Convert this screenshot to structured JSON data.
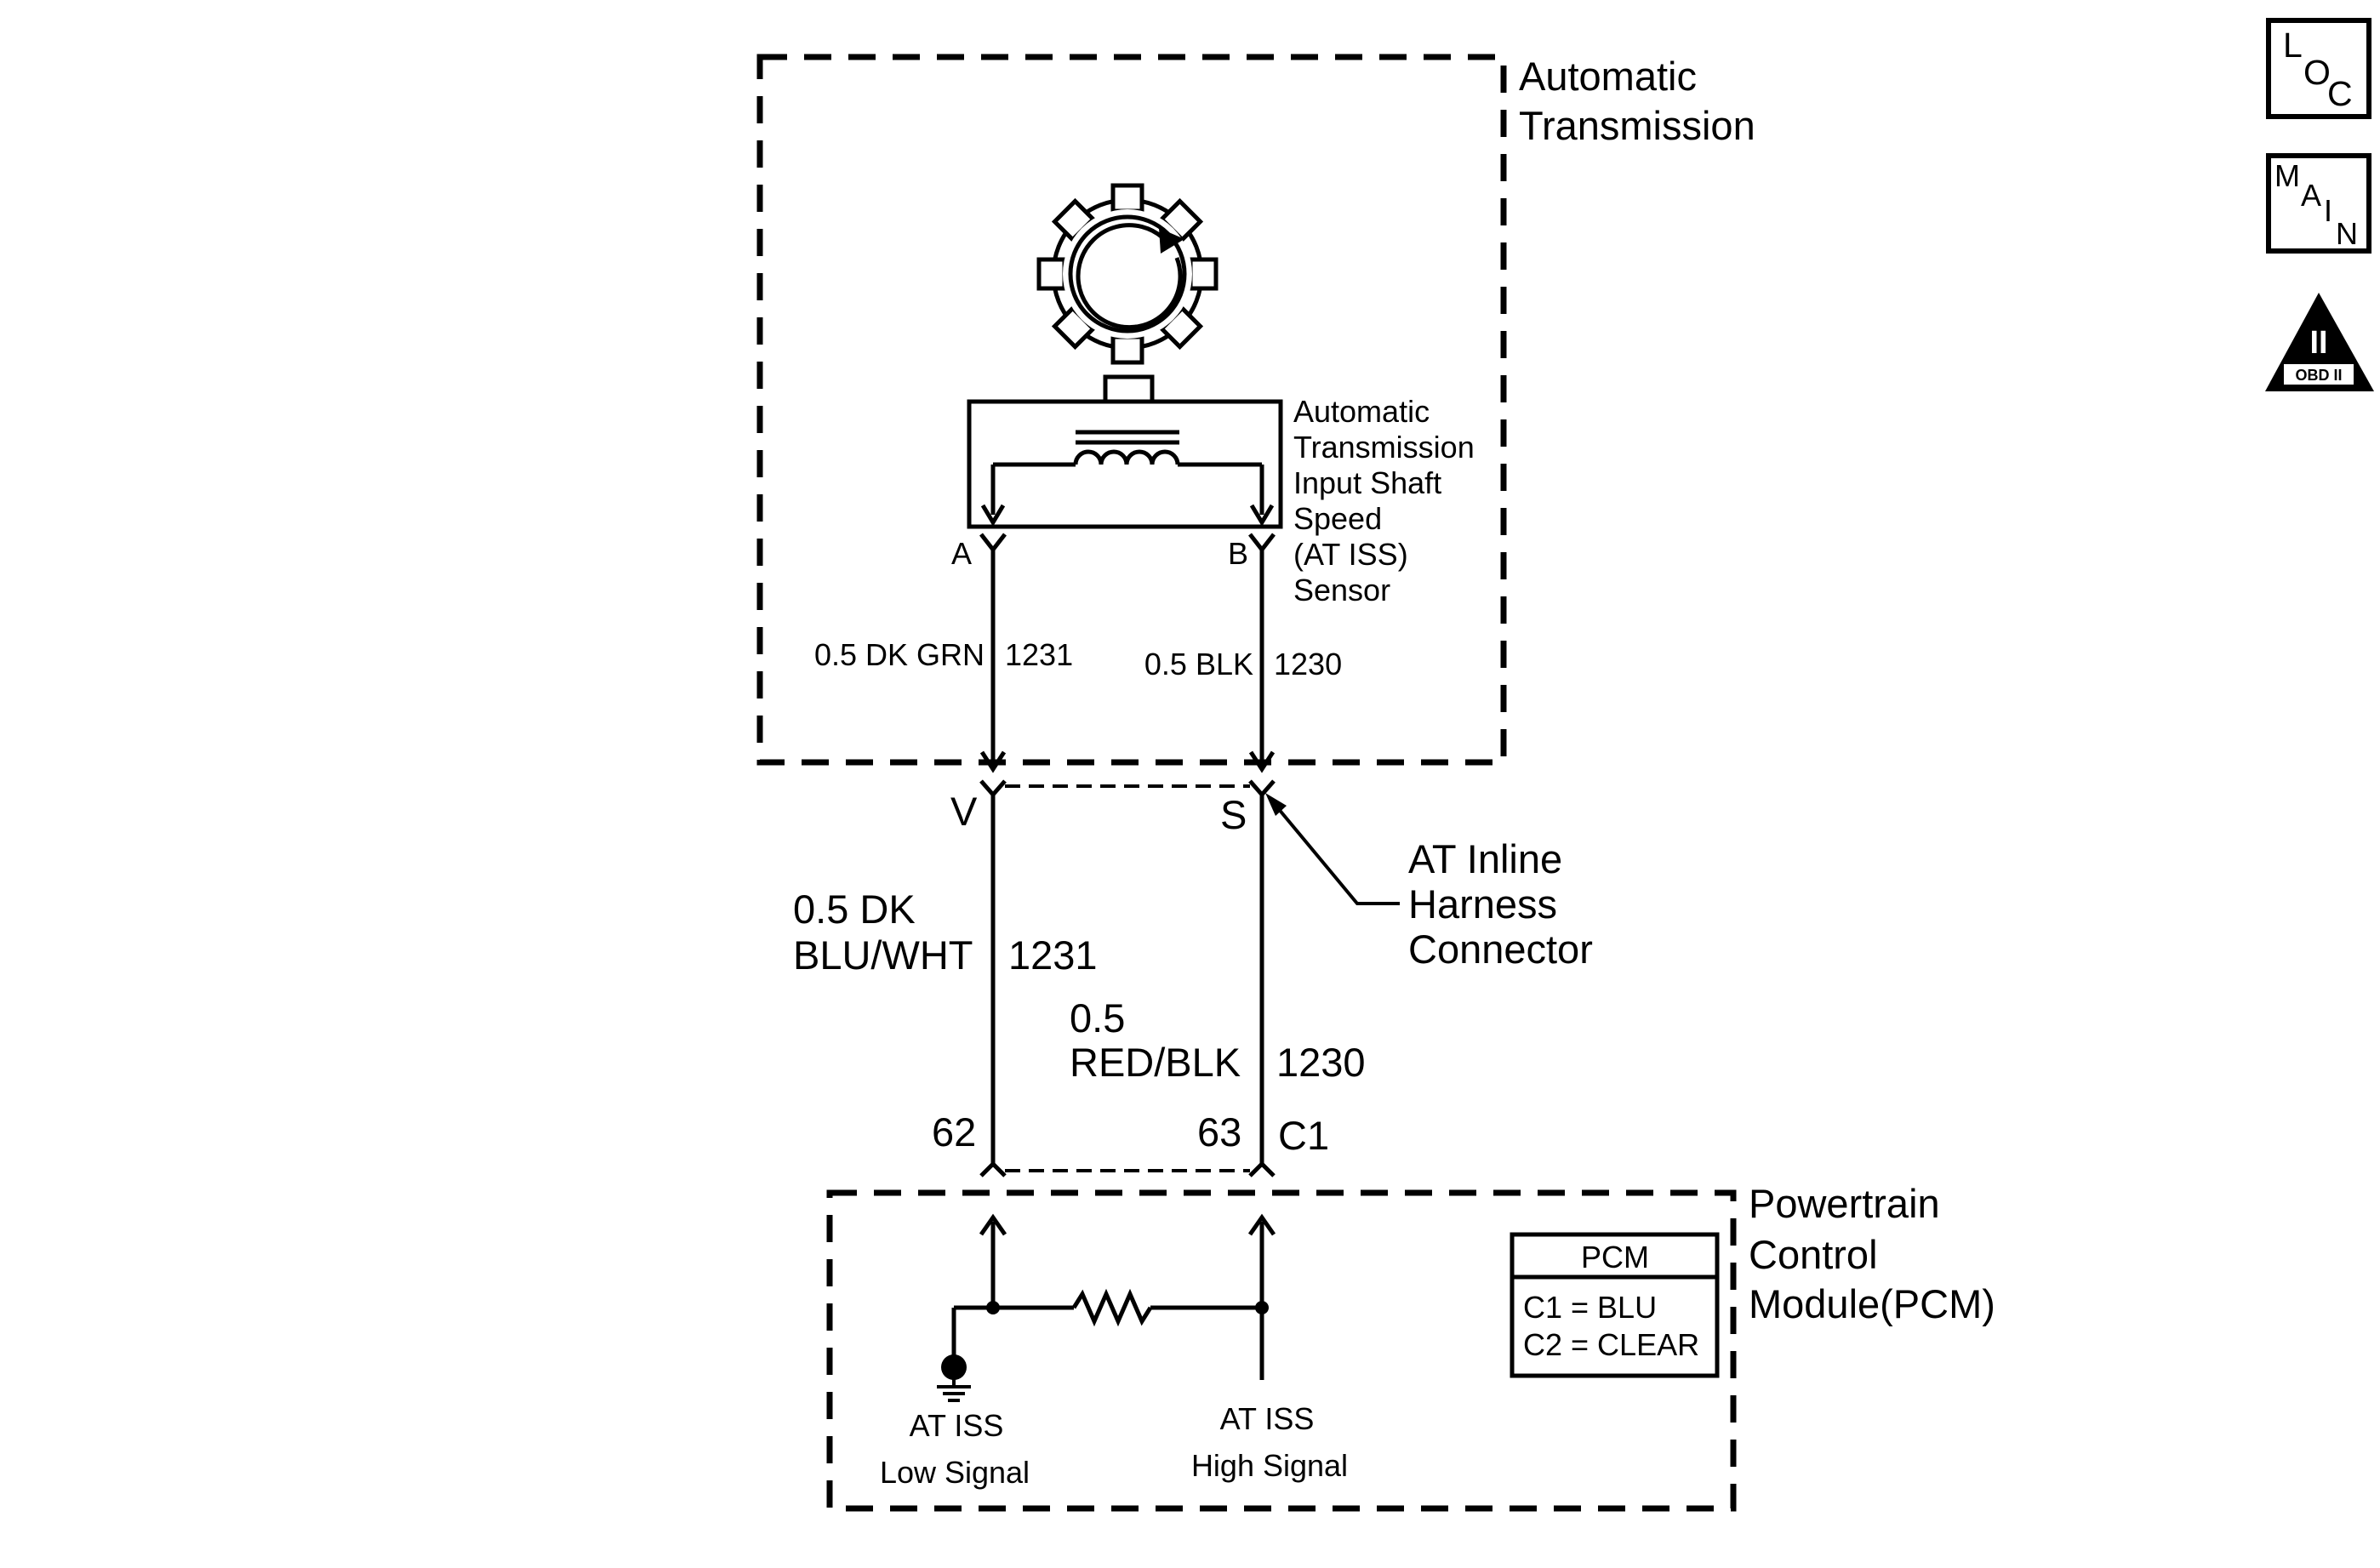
{
  "colors": {
    "ink": "#000000",
    "paper": "#ffffff"
  },
  "transmission_box": {
    "title_line1": "Automatic",
    "title_line2": "Transmission"
  },
  "sensor": {
    "label_lines": [
      "Automatic",
      "Transmission",
      "Input Shaft",
      "Speed",
      "(AT ISS)",
      "Sensor"
    ],
    "pin_a": "A",
    "pin_b": "B"
  },
  "wires_upper": {
    "left": {
      "gauge_color": "0.5 DK GRN",
      "circuit": "1231"
    },
    "right": {
      "gauge_color": "0.5 BLK",
      "circuit": "1230"
    }
  },
  "inline_connector": {
    "pin_left": "V",
    "pin_right": "S",
    "label_lines": [
      "AT Inline",
      "Harness",
      "Connector"
    ]
  },
  "wires_lower": {
    "left": {
      "gauge_line1": "0.5 DK",
      "gauge_line2": "BLU/WHT",
      "circuit": "1231"
    },
    "right": {
      "gauge_line1": "0.5",
      "gauge_line2": "RED/BLK",
      "circuit": "1230"
    }
  },
  "pcm_connector": {
    "pin_left": "62",
    "pin_right": "63",
    "connector": "C1"
  },
  "pcm_box": {
    "title_lines": [
      "Powertrain",
      "Control",
      "Module(PCM)"
    ],
    "legend_title": "PCM",
    "legend_line1": "C1 = BLU",
    "legend_line2": "C2 = CLEAR",
    "low_signal_line1": "AT ISS",
    "low_signal_line2": "Low Signal",
    "high_signal_line1": "AT ISS",
    "high_signal_line2": "High Signal"
  },
  "side_icons": {
    "loc": {
      "l": "L",
      "o": "O",
      "c": "C",
      "icon": "loc-icon"
    },
    "main": {
      "m": "M",
      "a": "A",
      "i": "I",
      "n": "N",
      "icon": "main-icon"
    },
    "obd": {
      "roman": "II",
      "label": "OBD II",
      "icon": "obd-ii-icon"
    }
  }
}
